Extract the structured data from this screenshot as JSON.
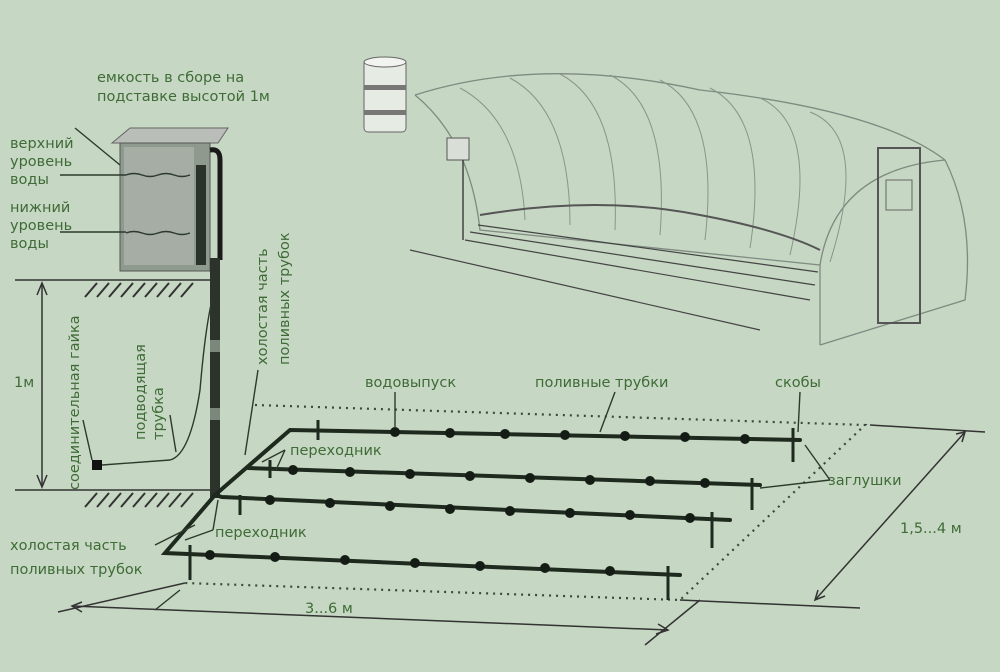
{
  "labels": {
    "tank_line1": "емкость в сборе на",
    "tank_line2": "подставке высотой 1м",
    "upper_level": [
      "верхний",
      "уровень",
      "воды"
    ],
    "lower_level": [
      "нижний",
      "уровень",
      "воды"
    ],
    "height": "1м",
    "connector_nut": "соединительная гайка",
    "supply_tube": [
      "подводящая",
      "трубка"
    ],
    "idle_part_vertical": [
      "холостая часть",
      "поливных трубок"
    ],
    "water_outlet": "водовыпуск",
    "irrigation_tubes": "поливные трубки",
    "brackets": "скобы",
    "adapter_top": "переходник",
    "plugs": "заглушки",
    "adapter_bottom": "переходник",
    "idle_part": [
      "холостая часть",
      "поливных трубок"
    ],
    "length": "3...6 м",
    "width": "1,5...4 м"
  },
  "colors": {
    "background": "#c6d7c3",
    "label": "#3f6b37",
    "pipe": "#1f2a1f"
  }
}
